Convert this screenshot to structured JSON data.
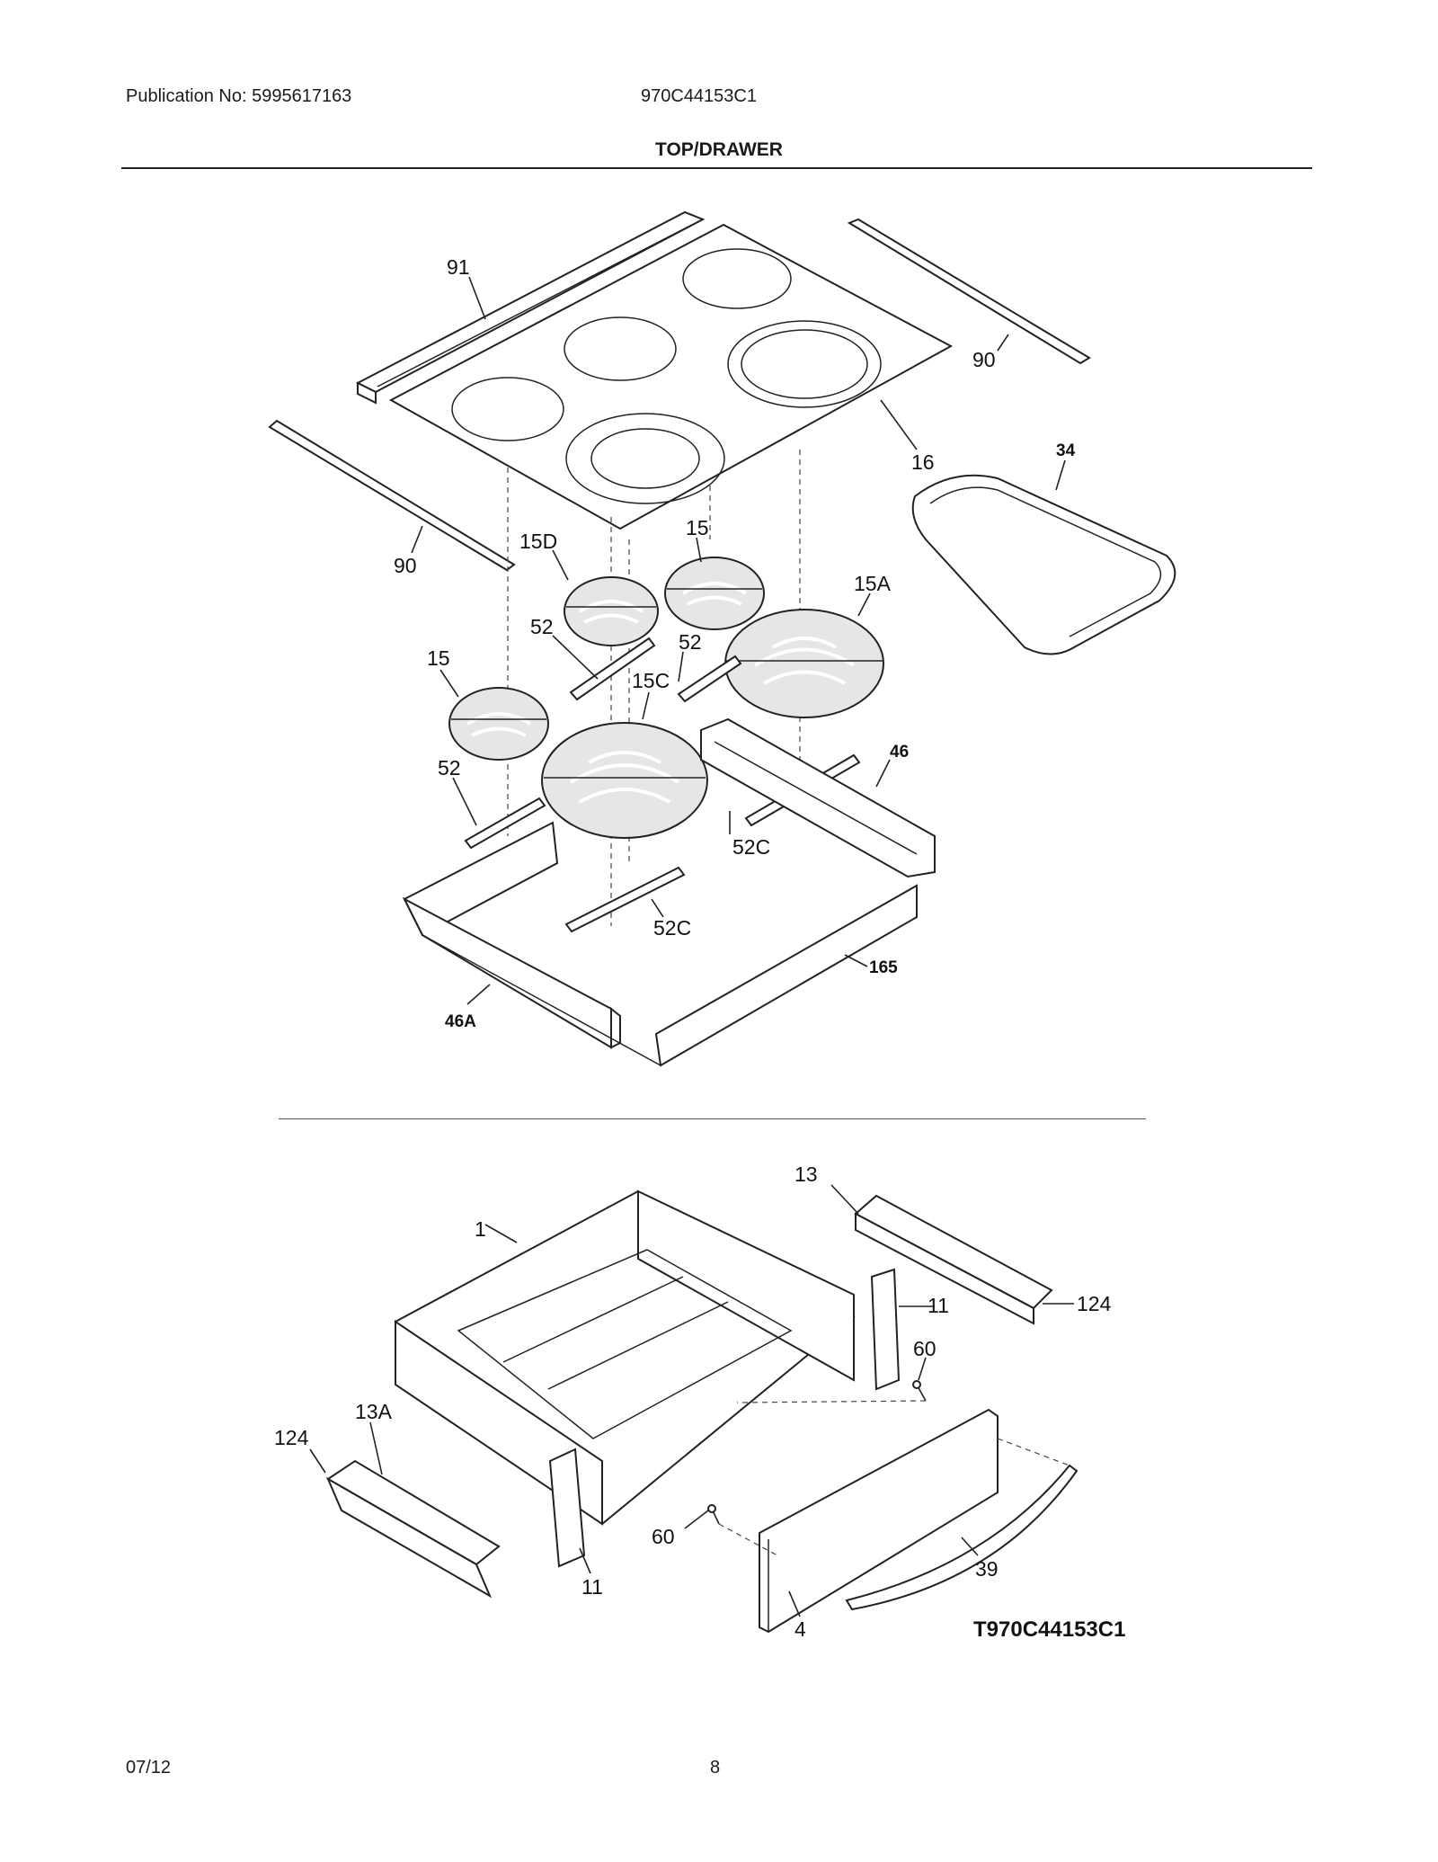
{
  "header": {
    "publication": "Publication No: 5995617163",
    "model": "970C44153C1",
    "title": "TOP/DRAWER"
  },
  "footer": {
    "date": "07/12",
    "page": "8"
  },
  "diagram": {
    "id_code": "T970C44153C1",
    "callouts_top": [
      "91",
      "90",
      "16",
      "34",
      "90",
      "15D",
      "15",
      "15A",
      "52",
      "52",
      "15",
      "15C",
      "52",
      "46",
      "52C",
      "52C",
      "165",
      "46A"
    ],
    "callouts_bottom": [
      "13",
      "1",
      "124",
      "11",
      "60",
      "13A",
      "124",
      "60",
      "11",
      "39",
      "4"
    ]
  }
}
